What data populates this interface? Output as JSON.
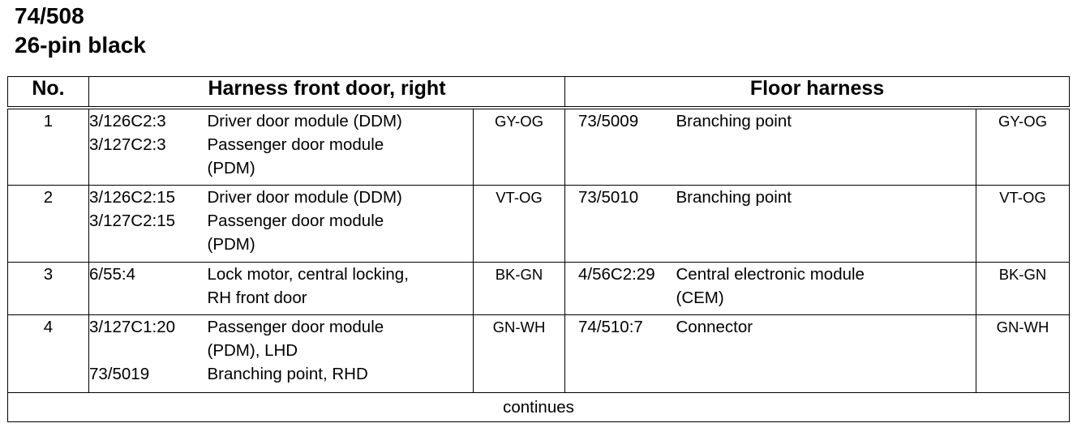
{
  "heading": {
    "connector": "74/508",
    "description": "26-pin black"
  },
  "table": {
    "headers": {
      "no": "No.",
      "front_door": "Harness front door, right",
      "floor": "Floor harness"
    },
    "rows": [
      {
        "pin": "1",
        "front": [
          {
            "code": "3/126C2:3",
            "desc": [
              "Driver door module (DDM)"
            ]
          },
          {
            "code": "3/127C2:3",
            "desc": [
              "Passenger door module",
              "(PDM)"
            ]
          }
        ],
        "front_color": "GY-OG",
        "floor": [
          {
            "code": "73/5009",
            "desc": [
              "Branching point"
            ]
          }
        ],
        "floor_color": "GY-OG"
      },
      {
        "pin": "2",
        "front": [
          {
            "code": "3/126C2:15",
            "desc": [
              "Driver door module (DDM)"
            ]
          },
          {
            "code": "3/127C2:15",
            "desc": [
              "Passenger door module",
              "(PDM)"
            ]
          }
        ],
        "front_color": "VT-OG",
        "floor": [
          {
            "code": "73/5010",
            "desc": [
              "Branching point"
            ]
          }
        ],
        "floor_color": "VT-OG"
      },
      {
        "pin": "3",
        "front": [
          {
            "code": "6/55:4",
            "desc": [
              "Lock motor, central locking,",
              "RH front door"
            ]
          }
        ],
        "front_color": "BK-GN",
        "floor": [
          {
            "code": "4/56C2:29",
            "desc": [
              "Central electronic module",
              "(CEM)"
            ]
          }
        ],
        "floor_color": "BK-GN"
      },
      {
        "pin": "4",
        "front": [
          {
            "code": "3/127C1:20",
            "desc": [
              "Passenger door module",
              "(PDM), LHD"
            ]
          },
          {
            "code": "73/5019",
            "desc": [
              "Branching point, RHD"
            ]
          }
        ],
        "front_color": "GN-WH",
        "floor": [
          {
            "code": "74/510:7",
            "desc": [
              "Connector"
            ]
          }
        ],
        "floor_color": "GN-WH"
      }
    ],
    "footer": "continues"
  }
}
